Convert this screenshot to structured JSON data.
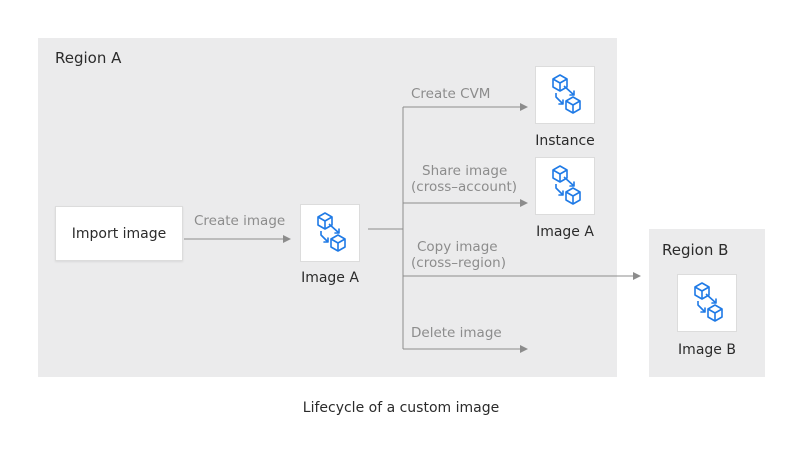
{
  "regions": {
    "a": {
      "label": "Region A"
    },
    "b": {
      "label": "Region B"
    }
  },
  "nodes": {
    "import": {
      "label": "Import image"
    },
    "image_a_center": {
      "label": "Image A",
      "icon": "cube-transfer-icon"
    },
    "instance": {
      "label": "Instance",
      "icon": "cube-transfer-icon"
    },
    "image_a_shared": {
      "label": "Image A",
      "icon": "cube-transfer-icon"
    },
    "image_b": {
      "label": "Image B",
      "icon": "cube-transfer-icon"
    }
  },
  "edges": {
    "create_image": {
      "label": "Create image"
    },
    "create_cvm": {
      "label": "Create CVM"
    },
    "share_image": {
      "line1": "Share image",
      "line2": "(cross–account)"
    },
    "copy_image": {
      "line1": "Copy image",
      "line2": "(cross–region)"
    },
    "delete_image": {
      "label": "Delete image"
    }
  },
  "caption": "Lifecycle of a custom image",
  "colors": {
    "region_bg": "#ebebec",
    "icon_blue": "#1f7ae6",
    "arrow_gray": "#8c8c8c",
    "text": "#2b2b2b"
  }
}
